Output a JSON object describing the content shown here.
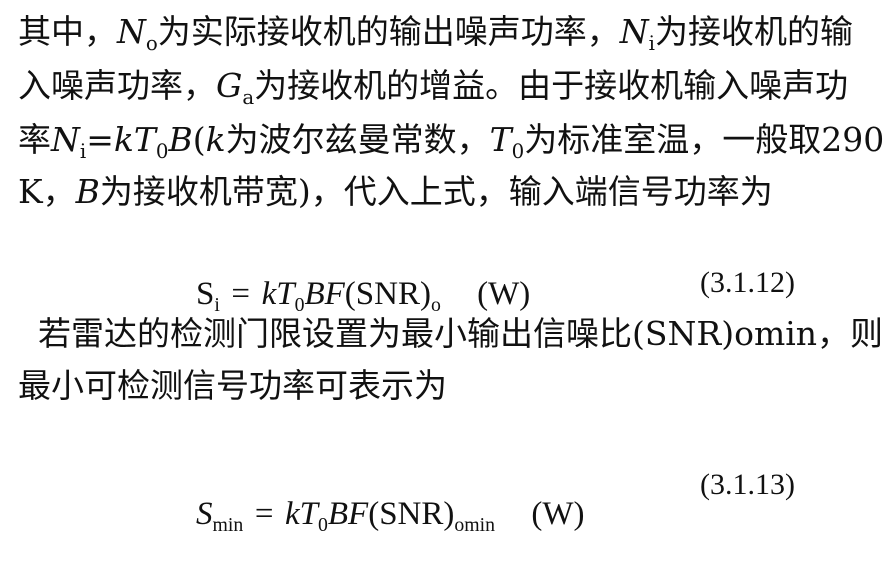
{
  "paragraph1": {
    "line1": {
      "t1": "其中，",
      "N": "N",
      "o_sub": "o",
      "t2": "为实际接收机的输出噪声功率，",
      "N2": "N",
      "i_sub": "i",
      "t3": "为接收机的输"
    },
    "line2": {
      "t1": "入噪声功率，",
      "G": "G",
      "a_sub": "a",
      "t2": "为接收机的增益。由于接收机输入噪声功"
    },
    "line3": {
      "t1": "率",
      "N": "N",
      "i_sub": "i",
      "t2": "=",
      "kT": "kT",
      "zero_sub": "0",
      "B": "B",
      "t3": "(",
      "k": "k",
      "t4": "为波尔兹曼常数，",
      "T": "T",
      "zero_sub2": "0",
      "t5": "为标准室温，一般取290"
    },
    "line4": {
      "t1": "K，",
      "B": "B",
      "t2": "为接收机带宽)，代入上式，输入端信号功率为"
    }
  },
  "equation1": {
    "S": "S",
    "i_sub": "i",
    "eq": "=",
    "kT": "kT",
    "zero_sub": "0",
    "BF": "BF",
    "snr": "(SNR)",
    "o_sub": "o",
    "unit": "(W)",
    "number": "(3.1.12)"
  },
  "paragraph2": {
    "line1": "若雷达的检测门限设置为最小输出信噪比(SNR)omin，则",
    "line2": "最小可检测信号功率可表示为"
  },
  "equation2": {
    "S": "S",
    "min_sub": "min",
    "eq": "=",
    "kT": "kT",
    "zero_sub": "0",
    "BF": "BF",
    "snr": "(SNR)",
    "omin_sub": "omin",
    "unit": "(W)",
    "number": "(3.1.13)"
  }
}
